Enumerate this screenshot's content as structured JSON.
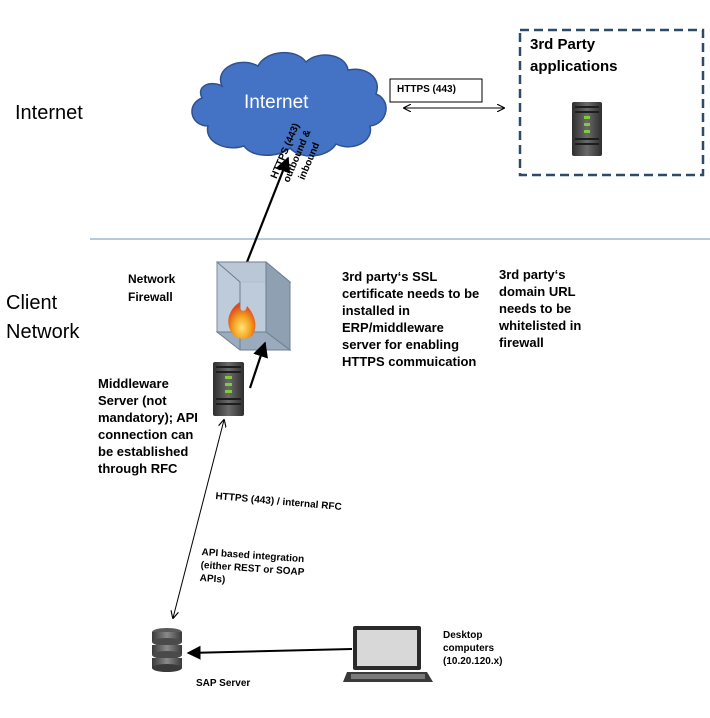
{
  "zones": {
    "internet": "Internet",
    "client_line1": "Client",
    "client_line2": "Network"
  },
  "cloud": {
    "label": "Internet"
  },
  "third_party": {
    "title_line1": "3rd Party",
    "title_line2": "applications"
  },
  "https_box": {
    "label": "HTTPS (443)"
  },
  "edges": {
    "firewall_to_internet": [
      "HTTPS (443)",
      "outbound &",
      "inbound"
    ],
    "middleware_to_sap": "HTTPS (443) / internal RFC",
    "api_integration": "API based integration (either REST or SOAP APIs)"
  },
  "nodes": {
    "firewall": "Network Firewall",
    "middleware": "Middleware Server (not mandatory); API connection can be established through RFC",
    "sap_server": "SAP Server",
    "desktop": "Desktop computers (10.20.120.x)"
  },
  "notes": {
    "ssl_certificate": "3rd party‘s SSL certificate needs to be installed in ERP/middleware server for enabling HTTPS commuication",
    "domain_whitelist": "3rd party‘s domain URL needs to be whitelisted in firewall"
  },
  "colors": {
    "cloud_fill": "#4472c4",
    "cloud_stroke": "#2f528f",
    "dashed_border": "#2e4a6b",
    "divider": "#8fa8c8",
    "server_body": "#4a4a4a",
    "server_led": "#7fcc3a",
    "firewall_glass": "#b8c6d6",
    "flame": "#f27b1a"
  },
  "icons": {
    "server": "server-tower-icon",
    "database": "database-cylinder-icon",
    "laptop": "laptop-icon",
    "firewall": "firewall-flame-icon",
    "cloud": "cloud-icon"
  }
}
